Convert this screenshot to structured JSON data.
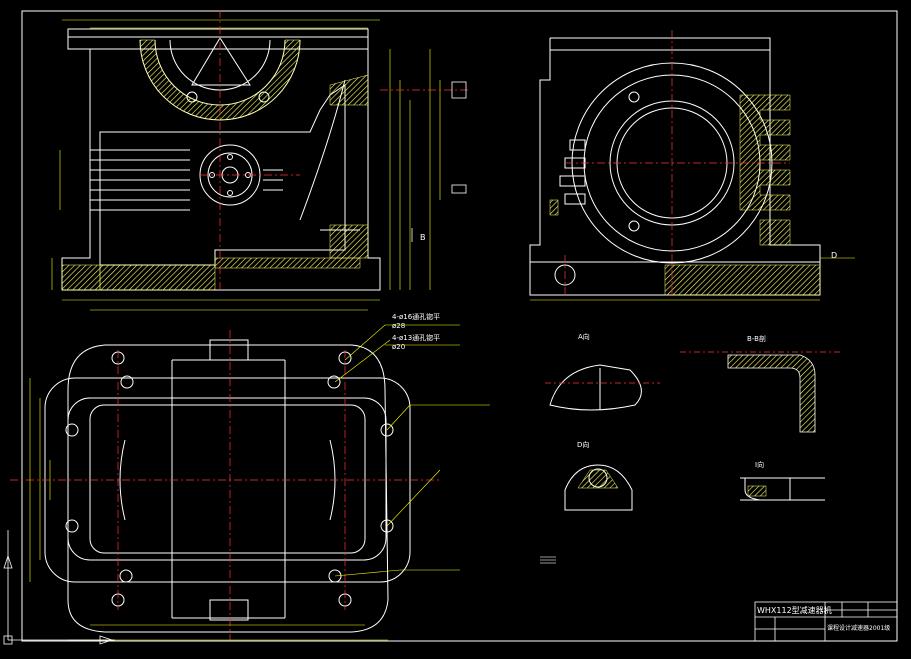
{
  "drawing": {
    "title_block": {
      "name": "WHX112型减速器机",
      "subtitle": "课程设计减速器2001级"
    },
    "annotations": {
      "bolt_spec_1_line1": "4-ø16通孔锪平",
      "bolt_spec_1_line2": "ø28",
      "bolt_spec_2_line1": "4-ø13通孔锪平",
      "bolt_spec_2_line2": "ø20",
      "view_a": "A向",
      "view_bb": "B-B剖",
      "view_d": "D向",
      "view_i": "I向",
      "section_b": "B",
      "section_d": "D"
    },
    "colors": {
      "background": "#000000",
      "outline": "#ffffff",
      "hatch": "#ffff66",
      "centerline": "#ff3333",
      "dimension": "#ffff00"
    }
  }
}
